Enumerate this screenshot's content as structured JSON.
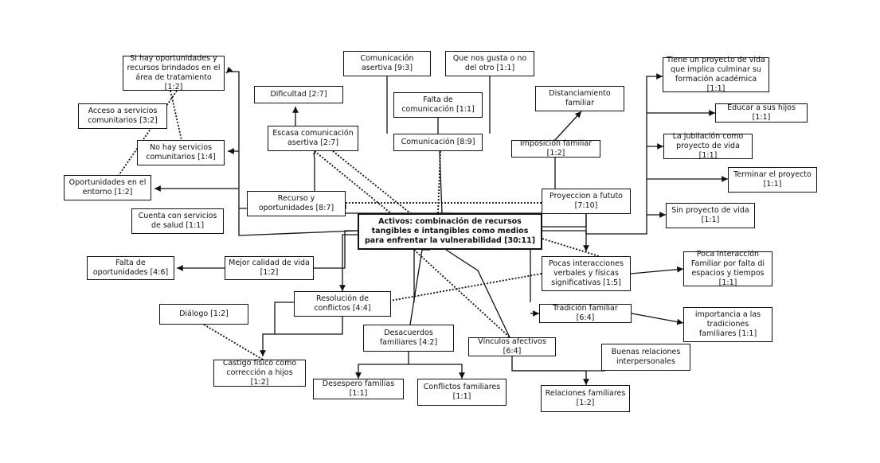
{
  "diagram": {
    "center": "Activos: combinación de recursos tangibles e intangibles como medios para enfrentar la vulnerabilidad [30:11]",
    "nodes": {
      "si_hay": "Si hay oportunidades y recursos brindados en el área de tratamiento [1:2]",
      "acceso": "Acceso a servicios comunitarios [3:2]",
      "no_hay": "No hay servicios comunitarios [1:4]",
      "oport_entorno": "Oportunidades en el entorno [1:2]",
      "cuenta": "Cuenta con servicios de salud [1:1]",
      "recurso": "Recurso y oportunidades [8:7]",
      "falta_oport": "Falta de oportunidades [4:6]",
      "mejor_calidad": "Mejor calidad de vida [1:2]",
      "dialogo": "Diálogo [1:2]",
      "castigo": "Castigo físico como corrección a hijos [1:2]",
      "resolucion": "Resolución de conflictos [4:4]",
      "desacuerdos": "Desacuerdos familiares [4:2]",
      "desespero": "Desespero familias [1:1]",
      "conflictos_fam": "Conflictos familiares [1:1]",
      "vinculos": "Vínculos afectivos [6:4]",
      "relaciones_fam": "Relaciones familiares [1:2]",
      "buenas_rel": "Buenas relaciones interpersonales",
      "dificultad": "Dificultad [2:7]",
      "escasa": "Escasa comunicación asertiva [2:7]",
      "com_asertiva": "Comunicación asertiva [9:3]",
      "que_nos": "Que nos gusta o no del otro [1:1]",
      "falta_com": "Falta de comunicación [1:1]",
      "comunicacion": "Comunicación [8:9]",
      "distanciamiento": "Distanciamiento familiar",
      "imposicion": "Imposición familiar [1:2]",
      "proyeccion": "Proyeccion a fututo [7:10]",
      "tiene_proyecto": "Tiene un proyecto de vida que implica culminar su formación académica [1:1]",
      "educar": "Educar a sus hijos [1:1]",
      "jubilacion": "La jubilación como proyecto de vida [1:1]",
      "terminar": "Terminar el proyecto [1:1]",
      "sin_proyecto": "Sin proyecto de vida [1:1]",
      "pocas_inter": "Pocas interacciones verbales y físicas significativas [1:5]",
      "poca_inter_fam": "Poca interacción Familiar por falta di espacios y tiempos [1:1]",
      "tradicion": "Tradición familiar [6:4]",
      "importancia": "importancia a las tradiciones familiares [1:1]"
    }
  }
}
